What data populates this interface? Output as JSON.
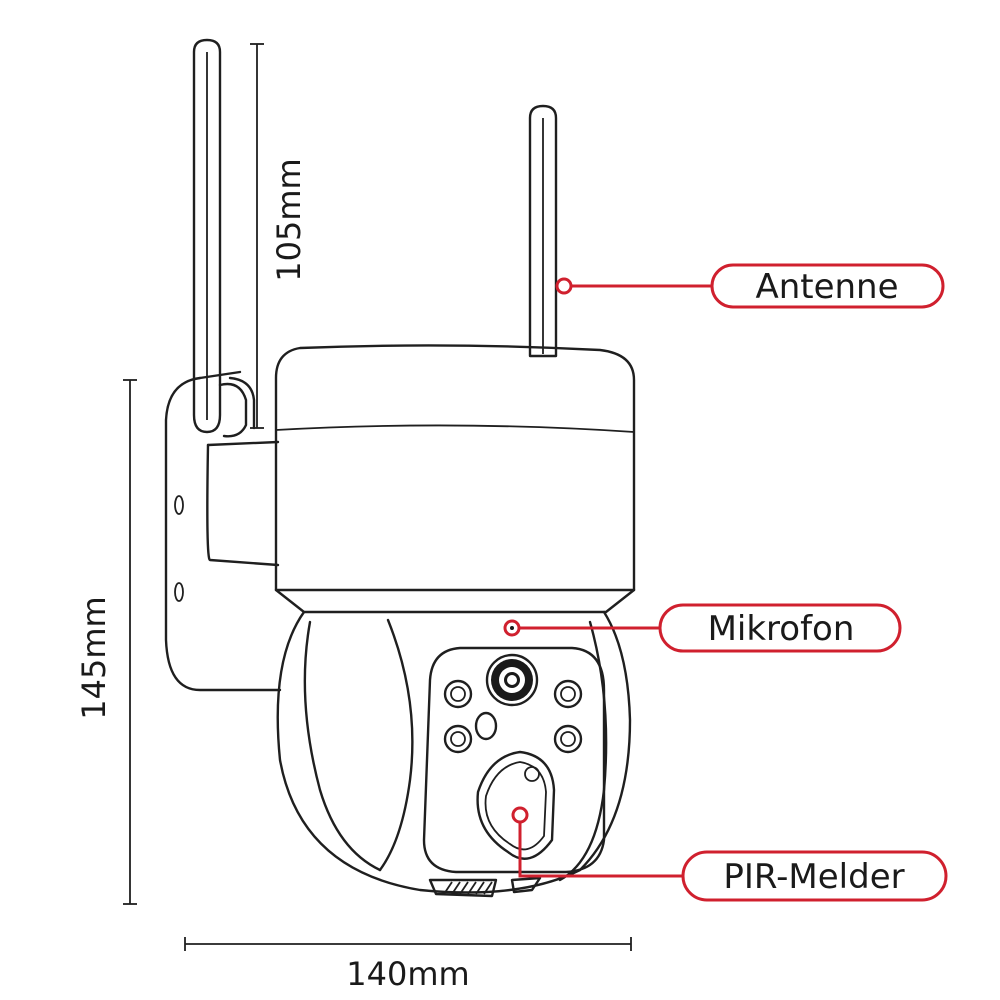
{
  "dimensions": {
    "antenna_height": "105mm",
    "total_height": "145mm",
    "width": "140mm"
  },
  "callouts": {
    "antenna": "Antenne",
    "microphone": "Mikrofon",
    "pir_sensor": "PIR-Melder"
  },
  "colors": {
    "accent": "#d0202e",
    "line": "#1f1f1f"
  }
}
